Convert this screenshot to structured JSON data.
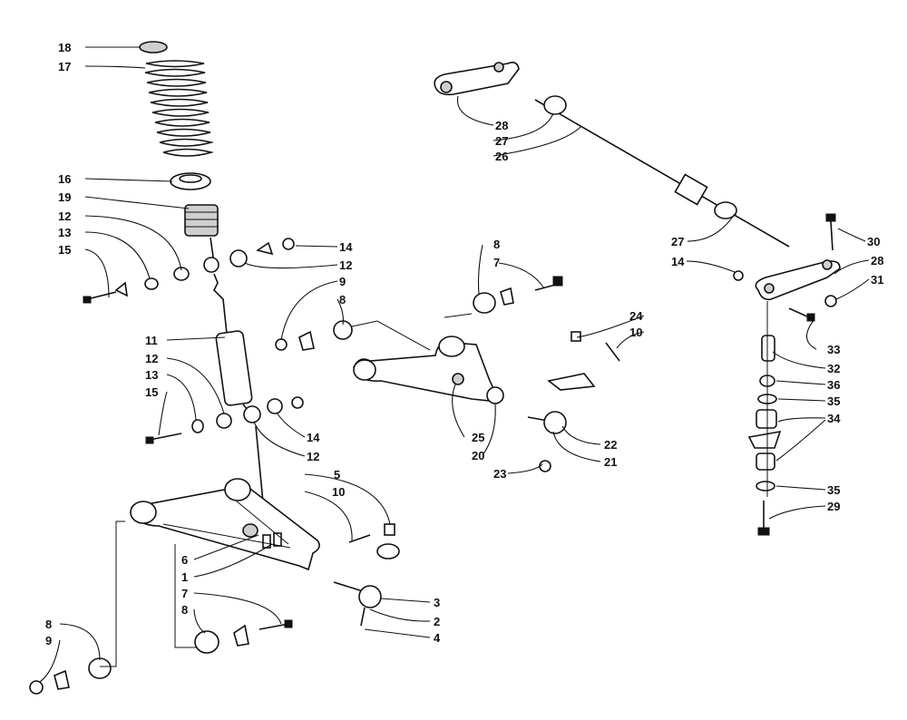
{
  "diagram": {
    "labels": {
      "l18": "18",
      "l17": "17",
      "l16": "16",
      "l19": "19",
      "l12a": "12",
      "l13a": "13",
      "l15a": "15",
      "l14a": "14",
      "l12b": "12",
      "l9a": "9",
      "l8a": "8",
      "l11": "11",
      "l12c": "12",
      "l13b": "13",
      "l15b": "15",
      "l14b": "14",
      "l12d": "12",
      "l5": "5",
      "l10a": "10",
      "l6": "6",
      "l1": "1",
      "l7a": "7",
      "l8b": "8",
      "l3": "3",
      "l2": "2",
      "l4": "4",
      "l8c": "8",
      "l9b": "9",
      "l8d": "8",
      "l7b": "7",
      "l24": "24",
      "l10b": "10",
      "l25": "25",
      "l20": "20",
      "l23": "23",
      "l22": "22",
      "l21": "21",
      "l28a": "28",
      "l27a": "27",
      "l26": "26",
      "l27b": "27",
      "l30": "30",
      "l14c": "14",
      "l28b": "28",
      "l31": "31",
      "l33": "33",
      "l32": "32",
      "l36": "36",
      "l35a": "35",
      "l34": "34",
      "l35b": "35",
      "l29": "29"
    }
  }
}
